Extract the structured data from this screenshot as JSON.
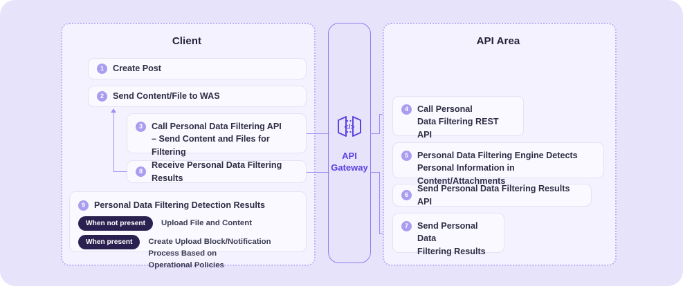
{
  "canvas": {
    "background": "#e7e3fb",
    "accent": "#5b43e0",
    "badge_color": "#a99df0",
    "pill_color": "#2b2150",
    "connector_color": "#9e8ff0"
  },
  "client_zone": {
    "title": "Client",
    "steps": [
      {
        "num": "1",
        "text": "Create Post"
      },
      {
        "num": "2",
        "text": "Send Content/File to WAS"
      },
      {
        "num": "3",
        "text": "Call Personal Data Filtering API\n  – Send Content and Files for Filtering"
      },
      {
        "num": "8",
        "text": "Receive Personal Data Filtering Results"
      }
    ],
    "results": {
      "num": "9",
      "title": "Personal Data Filtering Detection Results",
      "rows": [
        {
          "pill": "When not present",
          "desc": "Upload File and Content"
        },
        {
          "pill": "When present",
          "desc": "Create Upload Block/Notification Process Based on\nOperational Policies"
        }
      ]
    }
  },
  "gateway": {
    "label": "API\nGateway",
    "icon": "api-gateway-code-icon",
    "icon_glyph": "</>"
  },
  "api_zone": {
    "title": "API Area",
    "steps": [
      {
        "num": "4",
        "text": "Call Personal\nData Filtering REST API"
      },
      {
        "num": "5",
        "text": "Personal Data Filtering Engine Detects\nPersonal Information in Content/Attachments"
      },
      {
        "num": "6",
        "text": "Send Personal Data Filtering Results API"
      },
      {
        "num": "7",
        "text": "Send Personal Data\nFiltering Results"
      }
    ]
  }
}
